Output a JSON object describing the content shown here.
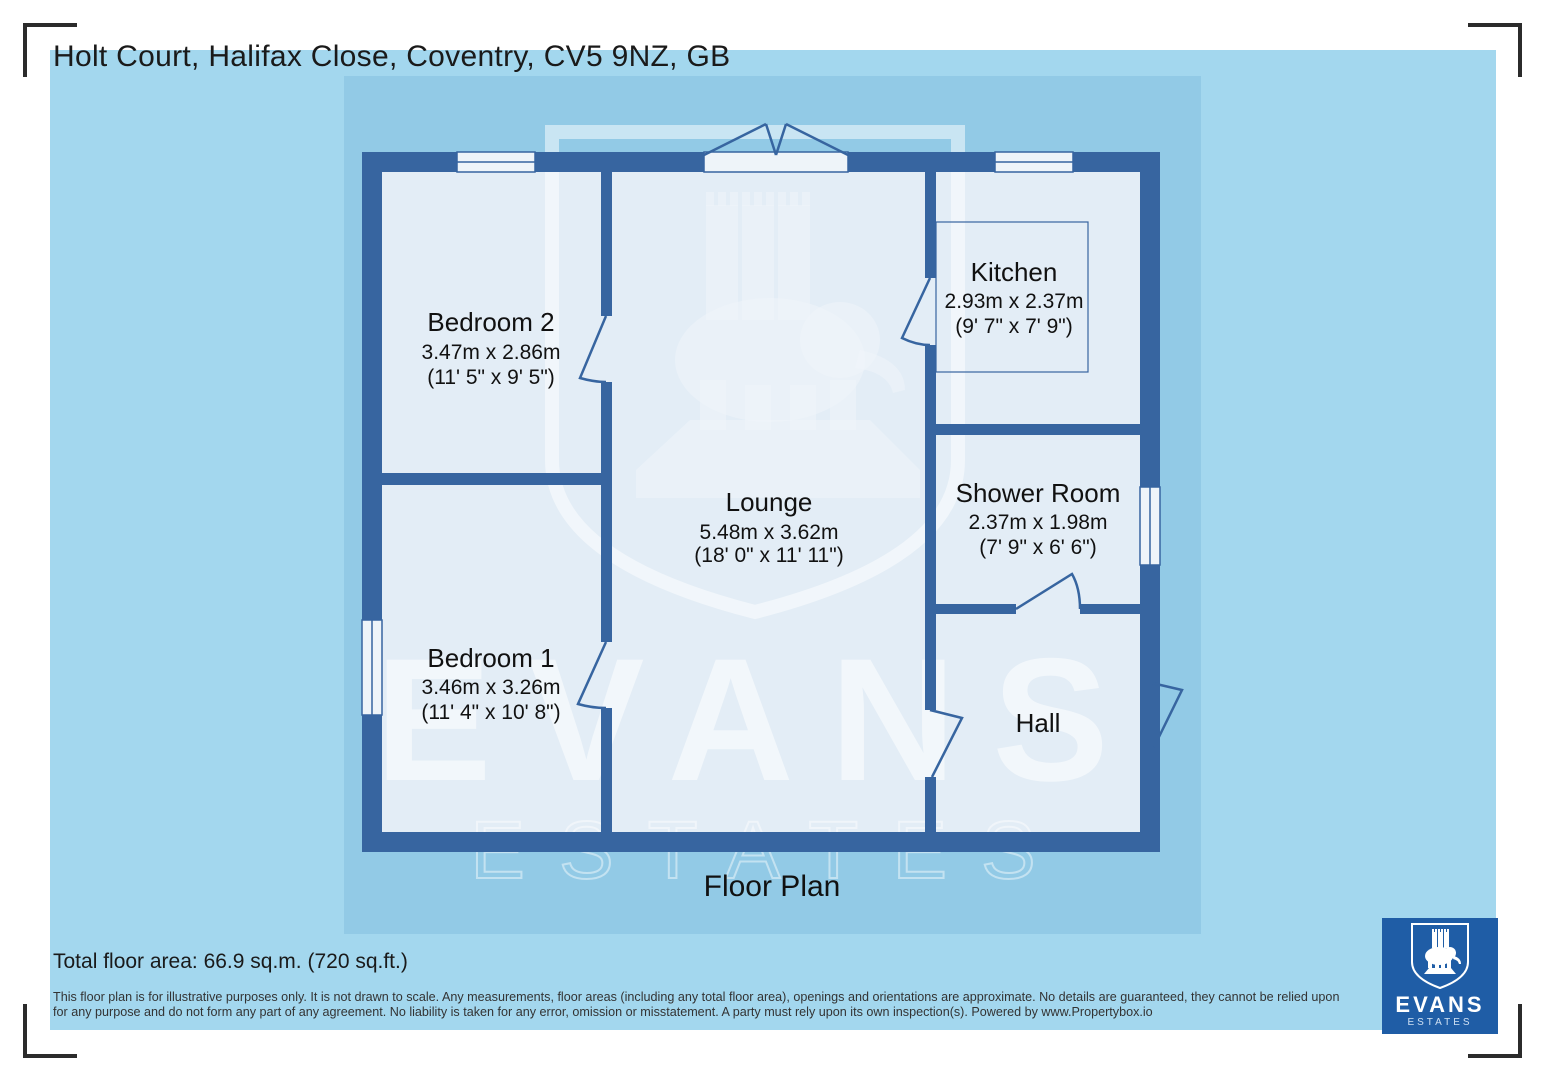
{
  "header": {
    "address": "Holt Court, Halifax Close, Coventry, CV5 9NZ, GB"
  },
  "colors": {
    "wall": "#3765a0",
    "floor": "#e3edf6",
    "sheet": "#a3d7ee",
    "panel": "#92cae6",
    "brand": "#1f5da6"
  },
  "rooms": [
    {
      "name": "Bedroom 2",
      "metric": "3.47m x 2.86m",
      "imperial": "(11' 5\" x 9' 5\")"
    },
    {
      "name": "Lounge",
      "metric": "5.48m x 3.62m",
      "imperial": "(18' 0\" x 11' 11\")"
    },
    {
      "name": "Kitchen",
      "metric": "2.93m x 2.37m",
      "imperial": "(9' 7\" x 7' 9\")"
    },
    {
      "name": "Shower Room",
      "metric": "2.37m x 1.98m",
      "imperial": "(7' 9\" x 6' 6\")"
    },
    {
      "name": "Bedroom 1",
      "metric": "3.46m x 3.26m",
      "imperial": "(11' 4\" x 10' 8\")"
    },
    {
      "name": "Hall"
    }
  ],
  "watermark": {
    "word": "EVANS",
    "sub": "ESTATES"
  },
  "footer": {
    "floor_title": "Floor Plan",
    "total_area": "Total floor area: 66.9 sq.m. (720 sq.ft.)",
    "disclaimer": "This floor plan is for illustrative purposes only. It is not drawn to scale. Any measurements, floor areas (including any total floor area), openings and orientations are approximate. No details are guaranteed, they cannot be relied upon for any purpose and do not form any part of any agreement. No liability is taken for any error, omission or misstatement. A party must rely upon its own inspection(s). Powered by www.Propertybox.io"
  },
  "brand": {
    "name": "EVANS",
    "sub": "ESTATES",
    "logo_icon": "elephant-castle-crest-icon"
  }
}
